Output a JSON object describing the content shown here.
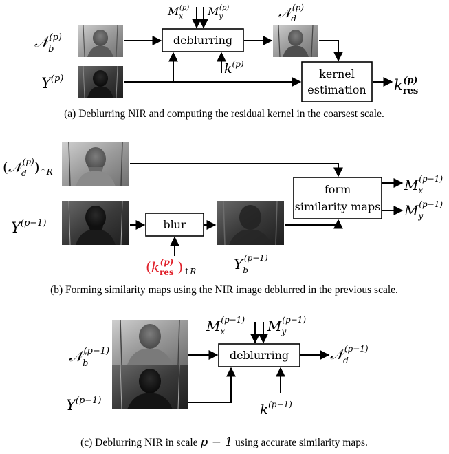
{
  "colors": {
    "black": "#000000",
    "blue": "#2a2ad0",
    "red": "#e0202a"
  },
  "panel_a": {
    "caption": "(a) Deblurring NIR and computing the residual kernel in the coarsest scale.",
    "box_deblur": "deblurring",
    "box_kernel_line1": "kernel",
    "box_kernel_line2": "estimation",
    "in_nb": {
      "base": "𝒩",
      "sub": "b",
      "sup": "(p)"
    },
    "in_y": {
      "base": "Y",
      "sup": "(p)"
    },
    "in_mx": {
      "base": "M",
      "sub": "x",
      "sup": "(p)"
    },
    "in_my": {
      "base": "M",
      "sub": "y",
      "sup": "(p)"
    },
    "in_k": {
      "base": "k",
      "sup": "(p)"
    },
    "out_nd": {
      "base": "𝒩",
      "sub": "d",
      "sup": "(p)"
    },
    "out_kres": {
      "base": "k",
      "sub": "res",
      "sup": "(p)"
    }
  },
  "panel_b": {
    "caption": "(b) Forming similarity maps using the NIR image deblurred in the previous scale.",
    "box_blur": "blur",
    "box_form_line1": "form",
    "box_form_line2": "similarity maps",
    "in_nd_up": {
      "open": "(",
      "base": "𝒩",
      "sub": "d",
      "sup": "(p)",
      "close": ")",
      "post": "↑R"
    },
    "in_y": {
      "base": "Y",
      "sup": "(p−1)"
    },
    "in_kres_up": {
      "open": "(",
      "base": "k",
      "sub": "res",
      "sup": "(p)",
      "close": ")",
      "post": "↑R"
    },
    "mid_yb": {
      "base": "Y",
      "sub": "b",
      "sup": "(p−1)"
    },
    "out_mx": {
      "base": "M",
      "sub": "x",
      "sup": "(p−1)"
    },
    "out_my": {
      "base": "M",
      "sub": "y",
      "sup": "(p−1)"
    }
  },
  "panel_c": {
    "caption_pre": "(c) Deblurring NIR in scale ",
    "caption_math": "p − 1",
    "caption_post": " using accurate similarity maps.",
    "box_deblur": "deblurring",
    "in_nb": {
      "base": "𝒩",
      "sub": "b",
      "sup": "(p−1)"
    },
    "in_y": {
      "base": "Y",
      "sup": "(p−1)"
    },
    "in_mx": {
      "base": "M",
      "sub": "x",
      "sup": "(p−1)"
    },
    "in_my": {
      "base": "M",
      "sub": "y",
      "sup": "(p−1)"
    },
    "in_k": {
      "base": "k",
      "sup": "(p−1)"
    },
    "out_nd": {
      "base": "𝒩",
      "sub": "d",
      "sup": "(p−1)"
    }
  }
}
